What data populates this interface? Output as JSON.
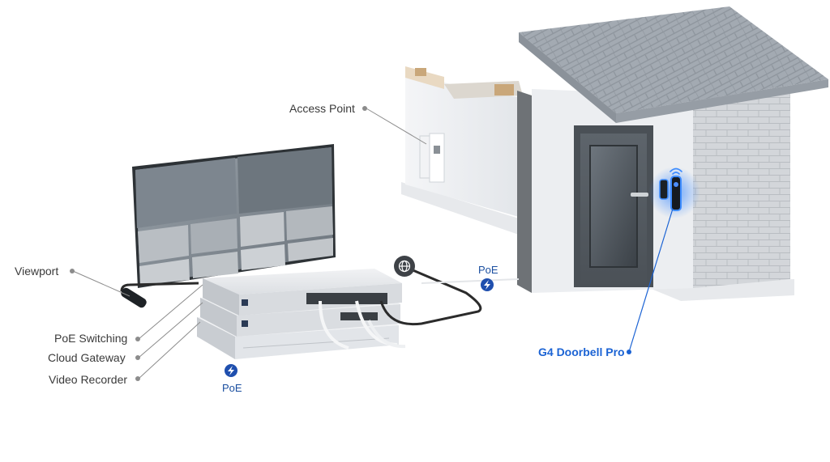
{
  "labels": {
    "access_point": "Access Point",
    "viewport": "Viewport",
    "poe_switching": "PoE Switching",
    "cloud_gateway": "Cloud Gateway",
    "video_recorder": "Video Recorder",
    "doorbell": "G4 Doorbell Pro",
    "poe_top": "PoE",
    "poe_bottom": "PoE"
  },
  "colors": {
    "accent_blue": "#1b63d4",
    "poe_badge": "#1f4fae",
    "leader_line": "#8c8c8c",
    "roof": "#a3aab2",
    "brick": "#d3d6da",
    "wall": "#eef0f2"
  },
  "icons": {
    "globe": "globe-icon",
    "lightning": "lightning-icon",
    "wifi": "wifi-icon"
  }
}
